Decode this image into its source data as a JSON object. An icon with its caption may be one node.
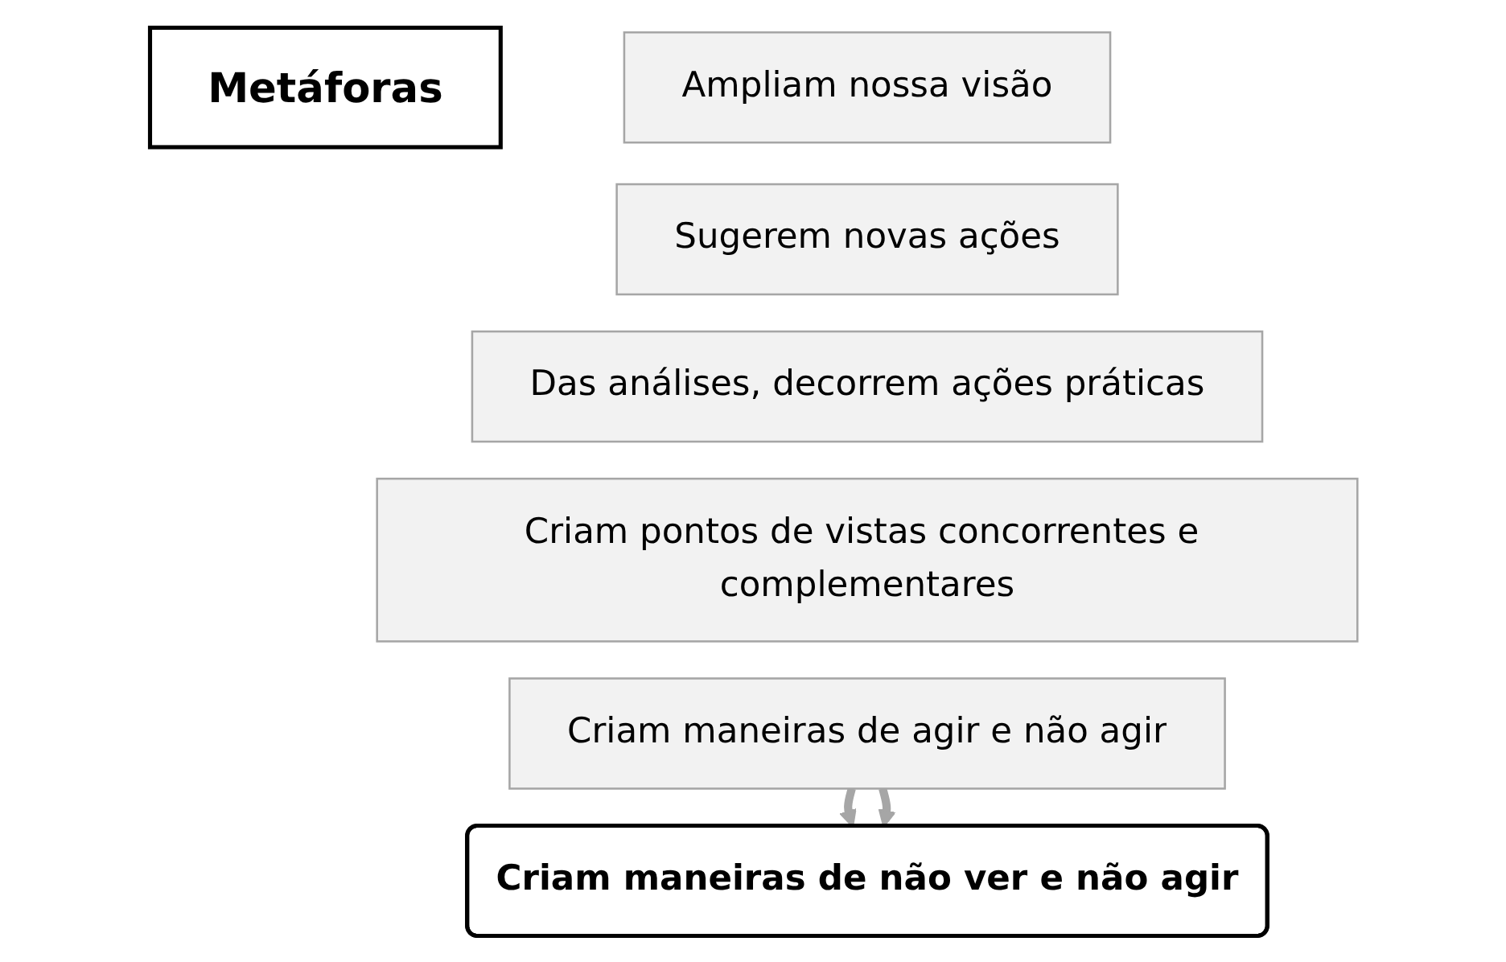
{
  "diagram": {
    "nodes": [
      {
        "text": [
          "Metáforas"
        ]
      },
      {
        "text": [
          "Ampliam nossa visão"
        ]
      },
      {
        "text": [
          "Sugerem novas ações"
        ]
      },
      {
        "text": [
          "Das análises, decorrem ações práticas"
        ]
      },
      {
        "text": [
          "Criam pontos de vistas concorrentes e complementares"
        ]
      },
      {
        "text": [
          "Criam maneiras de agir e não agir"
        ]
      },
      {
        "text": [
          "Criam maneiras de não ver e não agir"
        ]
      }
    ],
    "edges": [
      {
        "from": 5,
        "to": 6,
        "arrow": "to"
      },
      {
        "from": 5,
        "to": 6,
        "arrow": "to"
      }
    ]
  }
}
